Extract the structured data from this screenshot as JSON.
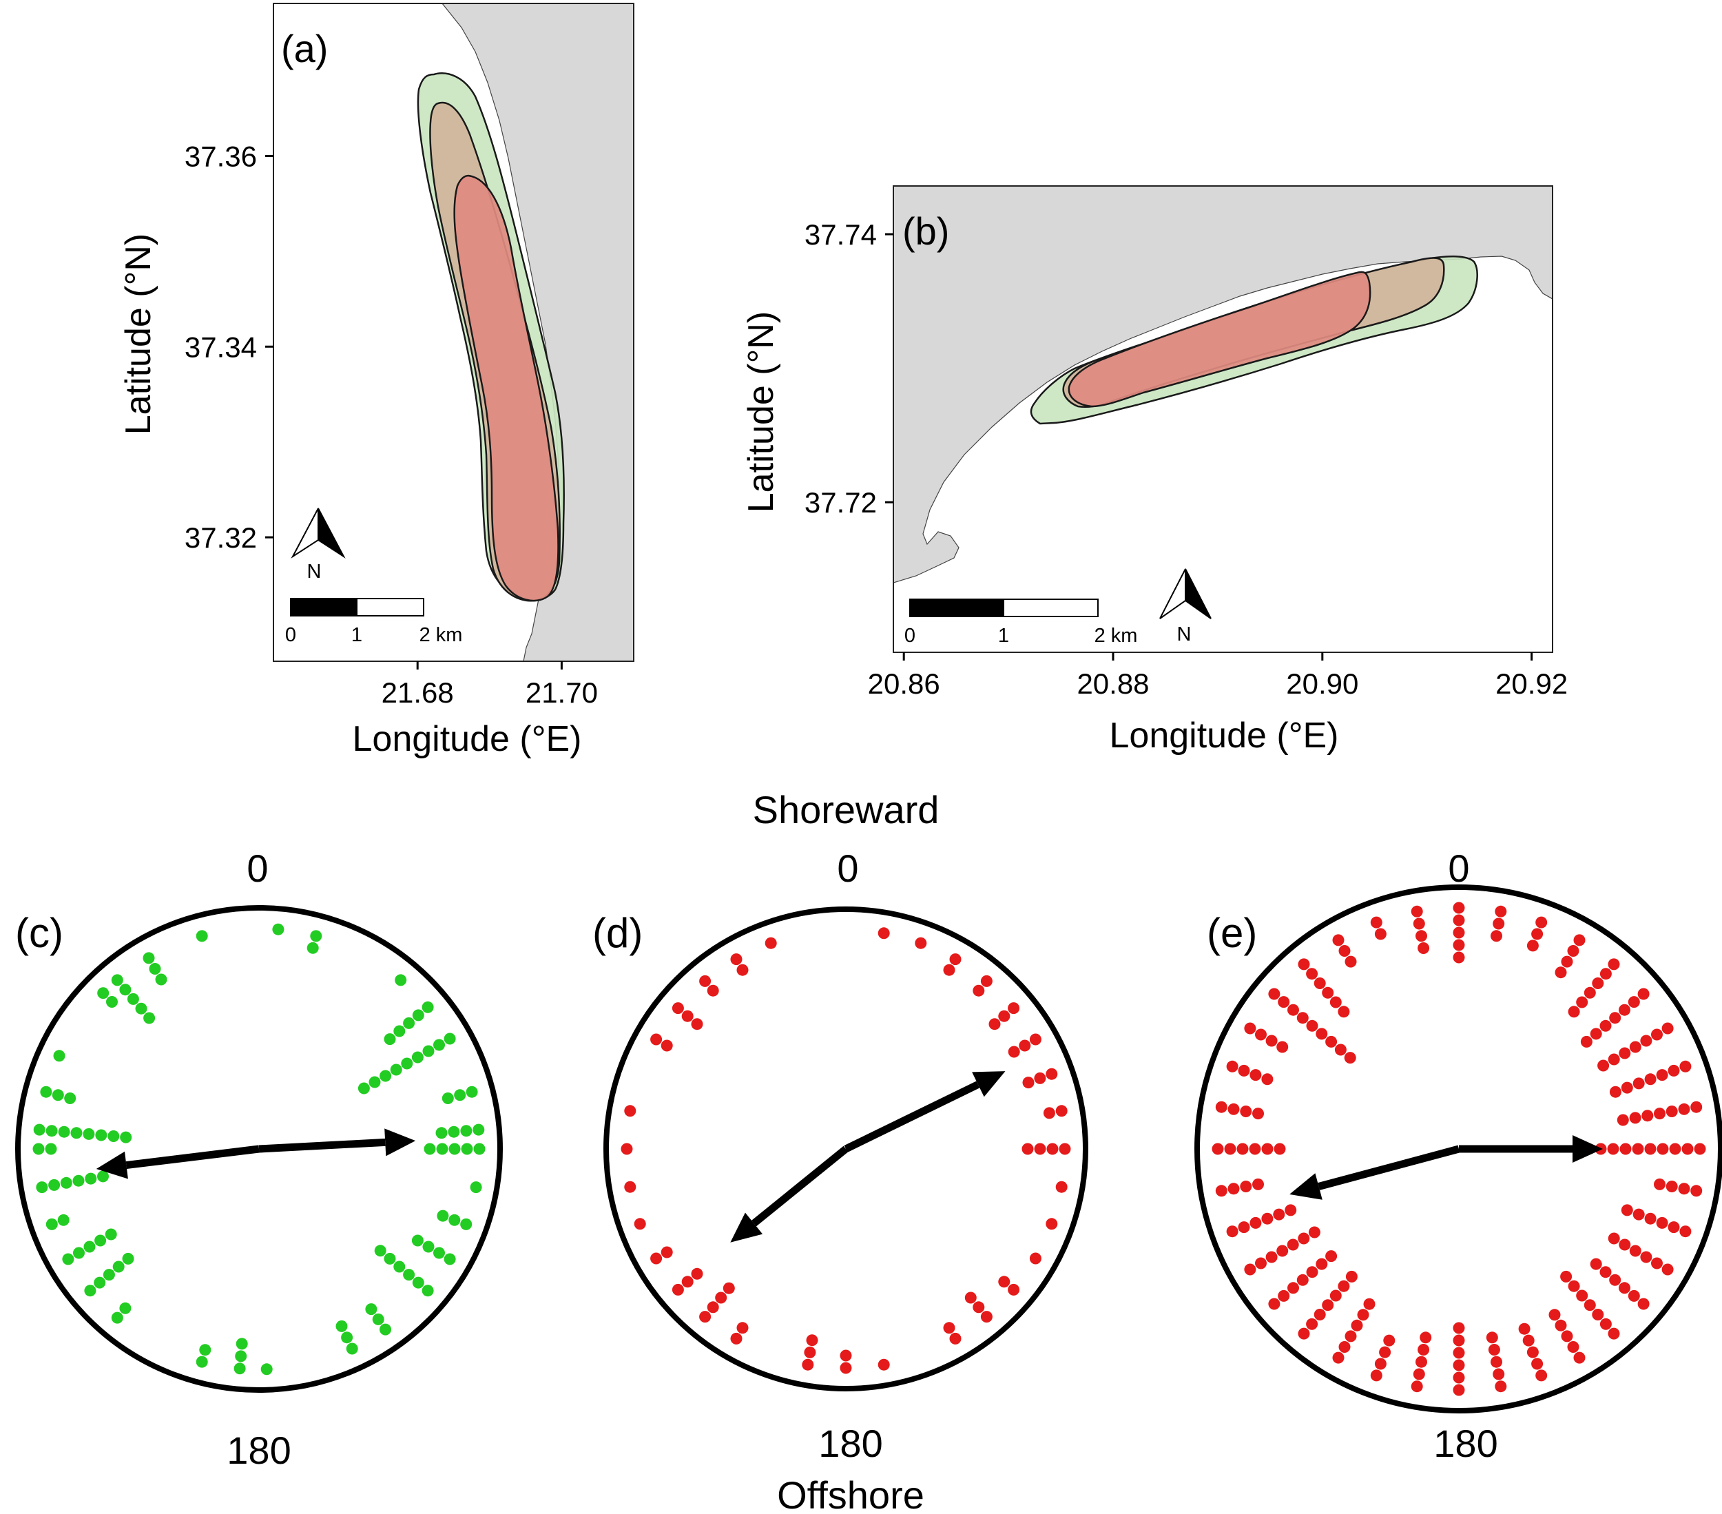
{
  "chart_data": [
    {
      "type": "map",
      "panel_label": "(a)",
      "xlabel": "Longitude (°E)",
      "ylabel": "Latitude (°N)",
      "xlim": [
        21.66,
        21.71
      ],
      "ylim": [
        37.307,
        37.376
      ],
      "x_ticks": [
        "21.68",
        "21.70"
      ],
      "x_tick_values": [
        21.68,
        21.7
      ],
      "y_ticks": [
        "37.32",
        "37.34",
        "37.36"
      ],
      "y_tick_values": [
        37.32,
        37.34,
        37.36
      ],
      "north_arrow_label": "N",
      "scale_bar_labels": [
        "0",
        "1",
        "2 km"
      ],
      "colors": {
        "land": "#d8d8d8",
        "outer_area": "#c9e6c0",
        "middle_area": "#d2b49a",
        "inner_area": "#e08a80"
      }
    },
    {
      "type": "map",
      "panel_label": "(b)",
      "xlabel": "Longitude (°E)",
      "ylabel": "Latitude (°N)",
      "xlim": [
        20.859,
        20.922
      ],
      "ylim": [
        37.7088,
        37.7436
      ],
      "x_ticks": [
        "20.86",
        "20.88",
        "20.90",
        "20.92"
      ],
      "x_tick_values": [
        20.86,
        20.88,
        20.9,
        20.92
      ],
      "y_ticks": [
        "37.72",
        "37.74"
      ],
      "y_tick_values": [
        37.72,
        37.74
      ],
      "north_arrow_label": "N",
      "scale_bar_labels": [
        "0",
        "1",
        "2 km"
      ],
      "colors": {
        "land": "#d8d8d8",
        "outer_area": "#c9e6c0",
        "middle_area": "#d2b49a",
        "inner_area": "#e08a80"
      }
    },
    {
      "type": "circular",
      "panel_label": "(c)",
      "top_label": "0",
      "bottom_label": "180",
      "point_color": "#22cc22",
      "points": [
        {
          "angle": 5,
          "count": 1
        },
        {
          "angle": 15,
          "count": 2
        },
        {
          "angle": 40,
          "count": 1
        },
        {
          "angle": 50,
          "count": 5
        },
        {
          "angle": 60,
          "count": 9
        },
        {
          "angle": 75,
          "count": 3
        },
        {
          "angle": 85,
          "count": 4
        },
        {
          "angle": 90,
          "count": 5
        },
        {
          "angle": 100,
          "count": 1
        },
        {
          "angle": 110,
          "count": 3
        },
        {
          "angle": 120,
          "count": 4
        },
        {
          "angle": 130,
          "count": 6
        },
        {
          "angle": 145,
          "count": 3
        },
        {
          "angle": 155,
          "count": 3
        },
        {
          "angle": 178,
          "count": 1
        },
        {
          "angle": 185,
          "count": 3
        },
        {
          "angle": 195,
          "count": 2
        },
        {
          "angle": 220,
          "count": 2
        },
        {
          "angle": 230,
          "count": 5
        },
        {
          "angle": 240,
          "count": 5
        },
        {
          "angle": 250,
          "count": 2
        },
        {
          "angle": 260,
          "count": 6
        },
        {
          "angle": 270,
          "count": 2
        },
        {
          "angle": 275,
          "count": 8
        },
        {
          "angle": 285,
          "count": 3
        },
        {
          "angle": 295,
          "count": 1
        },
        {
          "angle": 315,
          "count": 2
        },
        {
          "angle": 320,
          "count": 5
        },
        {
          "angle": 330,
          "count": 3
        },
        {
          "angle": 345,
          "count": 1
        }
      ],
      "mean_vectors": [
        {
          "angle": 87,
          "length": 0.65
        },
        {
          "angle": 263,
          "length": 0.68
        }
      ]
    },
    {
      "type": "circular",
      "panel_label": "(d)",
      "top_label": "0",
      "bottom_label": "180",
      "header": "Shoreward",
      "footer": "Offshore",
      "point_color": "#e51a1a",
      "points": [
        {
          "angle": 10,
          "count": 1
        },
        {
          "angle": 20,
          "count": 1
        },
        {
          "angle": 30,
          "count": 2
        },
        {
          "angle": 40,
          "count": 2
        },
        {
          "angle": 50,
          "count": 3
        },
        {
          "angle": 60,
          "count": 3
        },
        {
          "angle": 70,
          "count": 3
        },
        {
          "angle": 80,
          "count": 2
        },
        {
          "angle": 90,
          "count": 4
        },
        {
          "angle": 100,
          "count": 1
        },
        {
          "angle": 110,
          "count": 1
        },
        {
          "angle": 120,
          "count": 1
        },
        {
          "angle": 130,
          "count": 2
        },
        {
          "angle": 140,
          "count": 3
        },
        {
          "angle": 150,
          "count": 2
        },
        {
          "angle": 170,
          "count": 1
        },
        {
          "angle": 180,
          "count": 2
        },
        {
          "angle": 190,
          "count": 3
        },
        {
          "angle": 210,
          "count": 2
        },
        {
          "angle": 220,
          "count": 4
        },
        {
          "angle": 230,
          "count": 3
        },
        {
          "angle": 240,
          "count": 2
        },
        {
          "angle": 250,
          "count": 1
        },
        {
          "angle": 260,
          "count": 1
        },
        {
          "angle": 270,
          "count": 1
        },
        {
          "angle": 280,
          "count": 1
        },
        {
          "angle": 300,
          "count": 2
        },
        {
          "angle": 310,
          "count": 3
        },
        {
          "angle": 320,
          "count": 2
        },
        {
          "angle": 330,
          "count": 2
        },
        {
          "angle": 340,
          "count": 1
        }
      ],
      "mean_vectors": [
        {
          "angle": 64,
          "length": 0.74
        },
        {
          "angle": 231,
          "length": 0.62
        }
      ]
    },
    {
      "type": "circular",
      "panel_label": "(e)",
      "top_label": "0",
      "bottom_label": "180",
      "point_color": "#e51a1a",
      "points": [
        {
          "angle": 0,
          "count": 5
        },
        {
          "angle": 10,
          "count": 3
        },
        {
          "angle": 20,
          "count": 3
        },
        {
          "angle": 30,
          "count": 4
        },
        {
          "angle": 40,
          "count": 6
        },
        {
          "angle": 50,
          "count": 7
        },
        {
          "angle": 60,
          "count": 7
        },
        {
          "angle": 70,
          "count": 7
        },
        {
          "angle": 80,
          "count": 7
        },
        {
          "angle": 90,
          "count": 9
        },
        {
          "angle": 100,
          "count": 4
        },
        {
          "angle": 110,
          "count": 6
        },
        {
          "angle": 120,
          "count": 6
        },
        {
          "angle": 130,
          "count": 6
        },
        {
          "angle": 140,
          "count": 7
        },
        {
          "angle": 150,
          "count": 5
        },
        {
          "angle": 160,
          "count": 5
        },
        {
          "angle": 170,
          "count": 5
        },
        {
          "angle": 180,
          "count": 6
        },
        {
          "angle": 190,
          "count": 5
        },
        {
          "angle": 200,
          "count": 4
        },
        {
          "angle": 210,
          "count": 6
        },
        {
          "angle": 220,
          "count": 7
        },
        {
          "angle": 230,
          "count": 7
        },
        {
          "angle": 240,
          "count": 7
        },
        {
          "angle": 250,
          "count": 6
        },
        {
          "angle": 260,
          "count": 4
        },
        {
          "angle": 270,
          "count": 6
        },
        {
          "angle": 280,
          "count": 4
        },
        {
          "angle": 290,
          "count": 4
        },
        {
          "angle": 300,
          "count": 4
        },
        {
          "angle": 310,
          "count": 9
        },
        {
          "angle": 320,
          "count": 6
        },
        {
          "angle": 330,
          "count": 3
        },
        {
          "angle": 340,
          "count": 2
        },
        {
          "angle": 350,
          "count": 4
        }
      ],
      "mean_vectors": [
        {
          "angle": 90,
          "length": 0.55
        },
        {
          "angle": 255,
          "length": 0.67
        }
      ]
    }
  ]
}
